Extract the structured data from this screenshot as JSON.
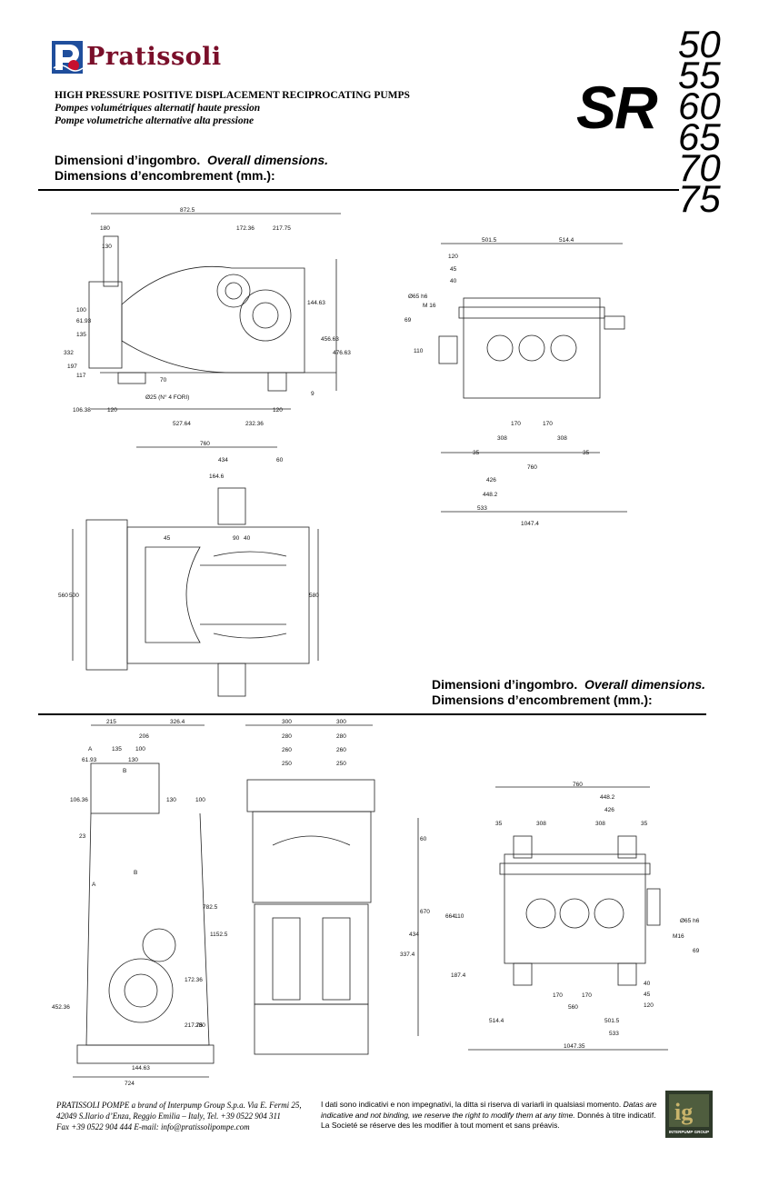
{
  "brand": {
    "name": "Pratissoli",
    "colors": {
      "brand": "#7a0f2a",
      "logo_blue": "#1f4e9c",
      "logo_red": "#c8102e"
    }
  },
  "header": {
    "line1": "HIGH PRESSURE POSITIVE DISPLACEMENT RECIPROCATING PUMPS",
    "line2": "Pompes volumétriques alternatif haute pression",
    "line3": "Pompe volumetriche alternative alta pressione"
  },
  "series": {
    "prefix": "SR",
    "models": [
      "50",
      "55",
      "60",
      "65",
      "70",
      "75"
    ]
  },
  "dimensions_heading": {
    "it": "Dimensioni d’ingombro.",
    "en": "Overall dimensions.",
    "fr": "Dimensions d’encombrement (mm.):"
  },
  "drawings": {
    "side_view": {
      "labels": [
        "872.5",
        "180",
        "130",
        "172.36",
        "217.75",
        "144.63",
        "456.63",
        "476.63",
        "100",
        "135",
        "61.93",
        "332",
        "197",
        "117",
        "70",
        "9",
        "106.38",
        "120",
        "527.64",
        "232.36",
        "120",
        "Ø25 (N° 4 FORI)"
      ]
    },
    "front_view": {
      "labels": [
        "501.5",
        "514.4",
        "120",
        "45",
        "40",
        "Ø65 h6",
        "M 16",
        "69",
        "110",
        "170",
        "170",
        "308",
        "308",
        "35",
        "35",
        "760",
        "426",
        "448.2",
        "533",
        "1047.4"
      ]
    },
    "top_view": {
      "labels": [
        "760",
        "434",
        "60",
        "164.6",
        "90",
        "40",
        "45",
        "560",
        "500",
        "580"
      ]
    },
    "vertical_side": {
      "labels": [
        "215",
        "326.4",
        "206",
        "135",
        "100",
        "61.93",
        "130",
        "106.36",
        "130",
        "100",
        "23",
        "A",
        "A",
        "B",
        "B",
        "782.5",
        "1152.5",
        "172.36",
        "452.36",
        "217.75",
        "280",
        "144.63",
        "724"
      ]
    },
    "vertical_front": {
      "labels": [
        "300",
        "300",
        "280",
        "280",
        "260",
        "260",
        "250",
        "250",
        "60",
        "670",
        "434",
        "337.4"
      ]
    },
    "vertical_top": {
      "labels": [
        "760",
        "448.2",
        "426",
        "35",
        "308",
        "308",
        "35",
        "664",
        "110",
        "187.4",
        "Ø65 h6",
        "M16",
        "69",
        "170",
        "170",
        "560",
        "40",
        "45",
        "120",
        "514.4",
        "501.5",
        "533",
        "1047.35"
      ]
    }
  },
  "footer": {
    "company": "PRATISSOLI POMPE a brand of Interpump Group S.p.a. Via E. Fermi 25,",
    "address": "42049 S.Ilario d’Enza,  Reggio Emilia – Italy, Tel. +39 0522 904 311",
    "contact": "Fax +39 0522 904 444  E-mail: info@pratissolipompe.com",
    "disclaimer_it": "I dati sono indicativi e non impegnativi, la ditta si riserva di variarli in qualsiasi momento.",
    "disclaimer_en": "Datas are indicative and not binding, we reserve the right to modify them at any time.",
    "disclaimer_fr": "Donnés à titre indicatif. La Societé se réserve des les modifier à tout moment et sans préavis.",
    "group_label": "INTERPUMP GROUP"
  }
}
